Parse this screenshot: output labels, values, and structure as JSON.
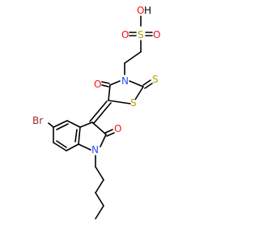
{
  "molecule": {
    "atoms": {
      "o_hydroxyl": "O",
      "h_hydroxyl": "H",
      "s_sulfonyl": "S",
      "o_sulfonyl_left": "O",
      "o_sulfonyl_right": "O",
      "n_thiazolidine": "N",
      "o_thiazolidine": "O",
      "s_thione": "S",
      "s_ring": "S",
      "br": "Br",
      "o_indolinone": "O",
      "n_indolinone": "N"
    },
    "colors": {
      "bond": "#000000",
      "oxygen": "#ff0d0d",
      "nitrogen": "#3050f8",
      "sulfur": "#b8a000",
      "bromine": "#a62929",
      "hydrogen": "#000000"
    }
  }
}
